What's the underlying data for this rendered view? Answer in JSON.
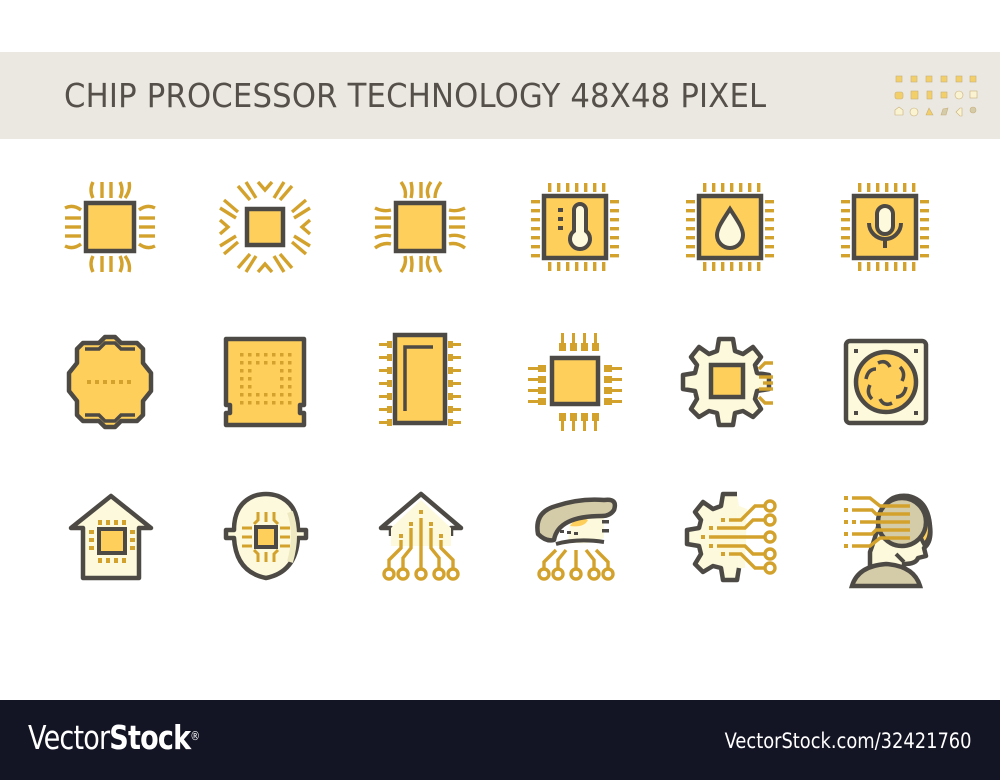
{
  "banner": {
    "title": "CHIP PROCESSOR TECHNOLOGY 48X48 PIXEL",
    "background": "#ebe8e2",
    "text_color": "#555049",
    "preview_icon": "icon-set-thumbnail-grid"
  },
  "colors": {
    "outline": "#4d4a45",
    "fill_yellow": "#ffcf5c",
    "pin_gold": "#d3a22d",
    "cream": "#fdf9dc",
    "khaki": "#d4cba8"
  },
  "icons": {
    "rows": [
      [
        {
          "name": "cpu-curved-pins-icon"
        },
        {
          "name": "cpu-radiating-pins-icon"
        },
        {
          "name": "cpu-swirl-pins-icon"
        },
        {
          "name": "cpu-thermometer-icon"
        },
        {
          "name": "cpu-water-drop-icon"
        },
        {
          "name": "cpu-microphone-icon"
        }
      ],
      [
        {
          "name": "octagon-chip-icon"
        },
        {
          "name": "socket-chip-icon"
        },
        {
          "name": "dip-chip-icon"
        },
        {
          "name": "qfp-chip-icon"
        },
        {
          "name": "gear-chip-icon"
        },
        {
          "name": "cooling-fan-icon"
        }
      ],
      [
        {
          "name": "smart-home-chip-icon"
        },
        {
          "name": "face-chip-icon"
        },
        {
          "name": "house-circuit-icon"
        },
        {
          "name": "hand-circuit-icon"
        },
        {
          "name": "gear-circuit-icon"
        },
        {
          "name": "head-circuit-icon"
        }
      ]
    ]
  },
  "footer": {
    "brand_light": "Vector",
    "brand_bold": "Stock",
    "brand_mark": "®",
    "url": "VectorStock.com/32421760",
    "background": "#131424"
  }
}
